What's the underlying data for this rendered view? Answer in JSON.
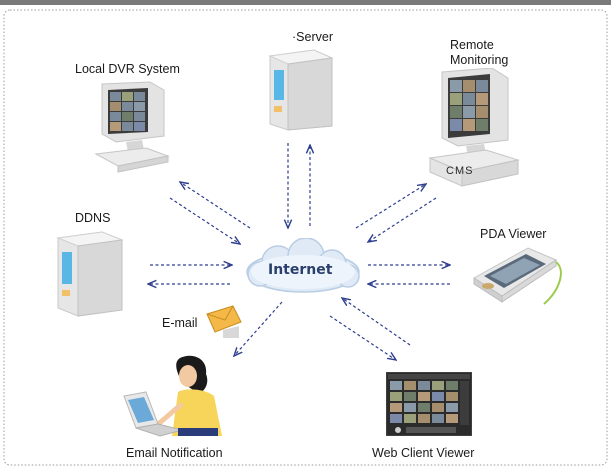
{
  "diagram": {
    "center": {
      "label": "Internet"
    },
    "nodes": {
      "server": {
        "label": "·Server",
        "icon": "server-tower-icon"
      },
      "local_dvr": {
        "label": "Local DVR System",
        "icon": "crt-monitor-camera-grid-icon"
      },
      "remote": {
        "label_line1": "Remote",
        "label_line2": "Monitoring",
        "icon": "crt-monitor-camera-grid-icon",
        "device_label": "CMS"
      },
      "ddns": {
        "label": "DDNS",
        "icon": "server-tower-icon"
      },
      "pda": {
        "label": "PDA Viewer",
        "icon": "pda-device-icon"
      },
      "email": {
        "label": "E-mail",
        "icon": "envelope-icon"
      },
      "email_notification": {
        "label": "Email Notification",
        "icon": "person-with-laptop-icon"
      },
      "web_client": {
        "label": "Web Client Viewer",
        "icon": "video-grid-viewer-icon"
      }
    }
  },
  "colors": {
    "arrow": "#2f3f8f",
    "cloud_fill": "#dfeaf6",
    "cloud_stroke": "#b9cde4",
    "frame_top": "#7a7a7a",
    "frame_dots": "#9a9a9a",
    "screen_blue": "#59b7e6"
  }
}
